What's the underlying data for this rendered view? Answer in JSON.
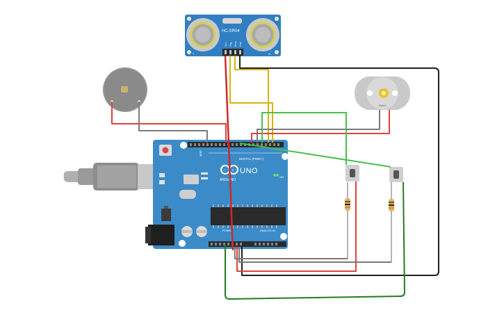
{
  "sensor": {
    "label": "HC-SR04",
    "pin_labels": [
      "Vcc",
      "Trig",
      "Echo",
      "Gnd"
    ],
    "left_mark": "T",
    "right_mark": "R"
  },
  "board": {
    "brand": "ARDUINO",
    "model": "UNO",
    "digital_header": "DIGITAL (PWM~)",
    "power_header": "POWER",
    "analog_header": "ANALOG IN",
    "on_label": "ON",
    "aref_label": "AREF"
  },
  "motor": {
    "label": "Servo"
  },
  "colors": {
    "board": "#3b8bc8",
    "board_dark": "#2c6f9f",
    "sensor": "#2f7fc2",
    "wire_red": "#e04040",
    "wire_black": "#1e1e1e",
    "wire_gray": "#7a7a7a",
    "wire_yellow": "#d8b20e",
    "wire_green": "#45c14a",
    "wire_dark_green": "#1f7d1f"
  }
}
